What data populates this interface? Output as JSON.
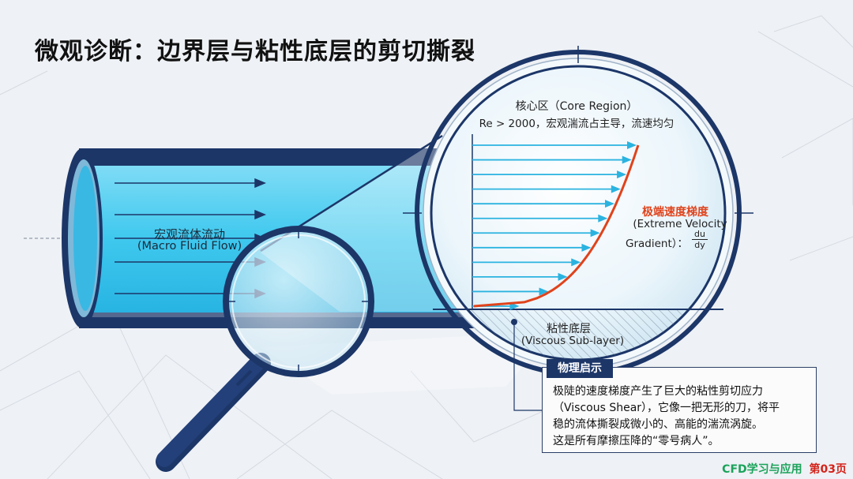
{
  "title": "微观诊断：边界层与粘性底层的剪切撕裂",
  "core_region": {
    "title": "核心区（Core Region）",
    "desc": "Re > 2000，宏观湍流占主导，流速均匀"
  },
  "macro_flow": {
    "label_zh": "宏观流体流动",
    "label_en": "(Macro Fluid Flow)"
  },
  "gradient": {
    "label_zh": "极端速度梯度",
    "label_en": "(Extreme Velocity",
    "label_en2": "Gradient）：",
    "frac_num": "du",
    "frac_den": "dy"
  },
  "viscous": {
    "label_zh": "粘性底层",
    "label_en": "(Viscous Sub-layer)"
  },
  "insight": {
    "tag": "物理启示",
    "line1": "极陡的速度梯度产生了巨大的粘性剪切应力",
    "line2": "（Viscous Shear），它像一把无形的刀，将平",
    "line3": "稳的流体撕裂成微小的、高能的湍流涡旋。",
    "line4": "这是所有摩擦压降的“零号病人”。"
  },
  "footer": {
    "brand": "CFD学习与应用",
    "page": "第03页"
  },
  "colors": {
    "pipe_cyan": "#3ec8ee",
    "pipe_navy": "#1c3668",
    "gradient_red": "#e0431c",
    "arrow_cyan": "#2bb3e0",
    "footer_green": "#1aa35a",
    "footer_red": "#d4231a"
  }
}
